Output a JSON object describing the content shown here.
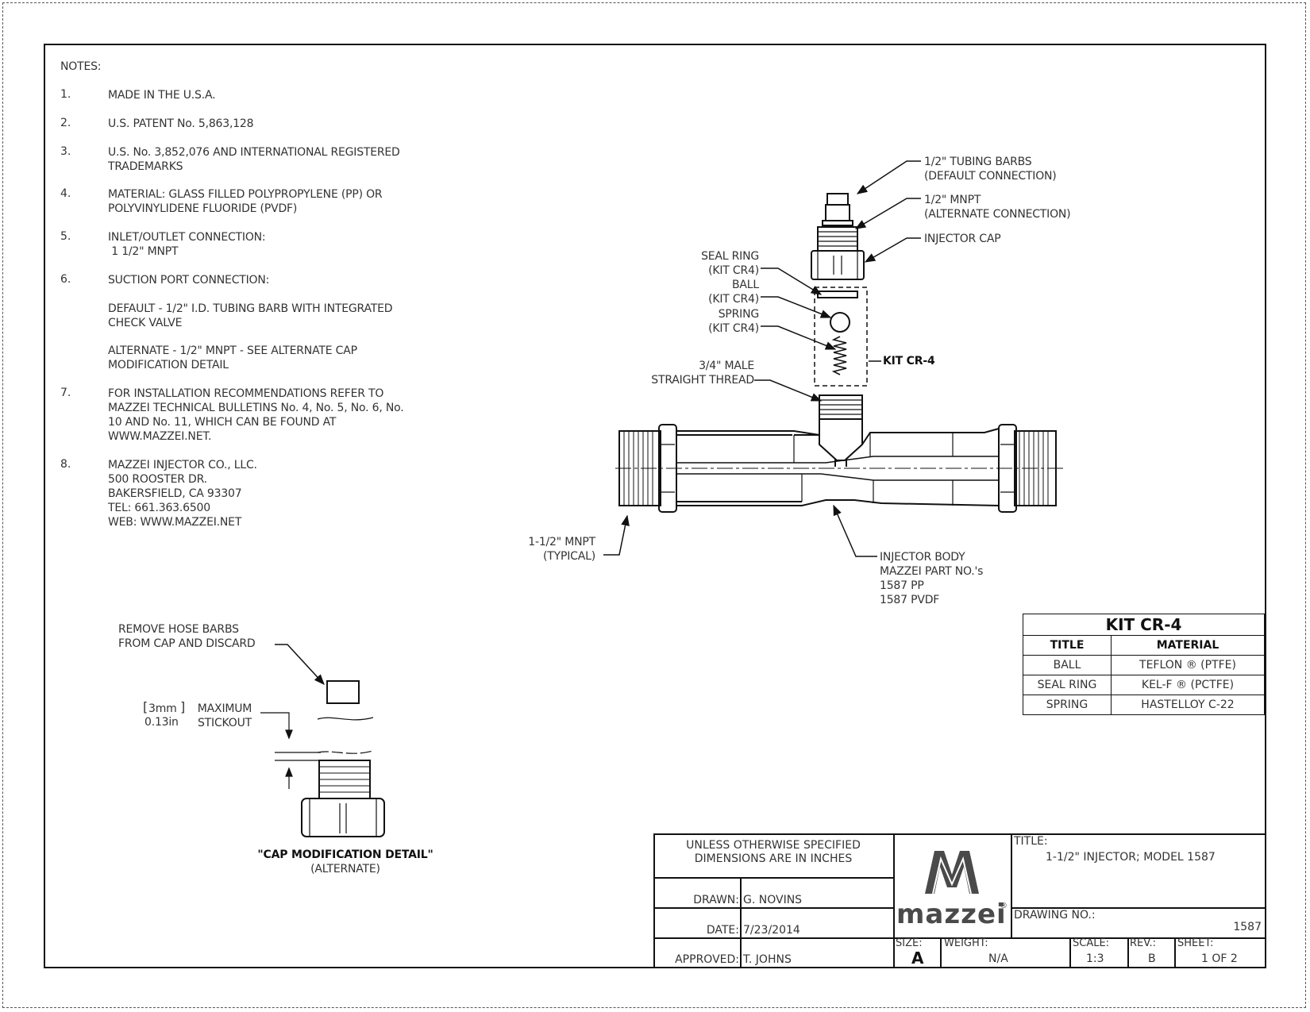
{
  "notes": {
    "heading": "NOTES:",
    "items": [
      {
        "num": "1.",
        "text": "MADE IN THE U.S.A."
      },
      {
        "num": "2.",
        "text": "U.S. PATENT No. 5,863,128"
      },
      {
        "num": "3.",
        "text": "U.S. No. 3,852,076 AND INTERNATIONAL REGISTERED\nTRADEMARKS"
      },
      {
        "num": "4.",
        "text": "MATERIAL: GLASS FILLED POLYPROPYLENE (PP) OR\nPOLYVINYLIDENE FLUORIDE (PVDF)"
      },
      {
        "num": "5.",
        "text": "INLET/OUTLET CONNECTION:\n 1 1/2\" MNPT"
      },
      {
        "num": "6.",
        "text": "SUCTION PORT CONNECTION:"
      },
      {
        "num": "",
        "text": "DEFAULT - 1/2\" I.D. TUBING BARB WITH INTEGRATED\nCHECK VALVE"
      },
      {
        "num": "",
        "text": "ALTERNATE - 1/2\" MNPT - SEE ALTERNATE CAP\nMODIFICATION DETAIL"
      },
      {
        "num": "7.",
        "text": "FOR INSTALLATION RECOMMENDATIONS REFER TO\nMAZZEI TECHNICAL BULLETINS No. 4, No. 5, No. 6, No.\n10 AND No. 11, WHICH CAN BE FOUND AT\nWWW.MAZZEI.NET."
      },
      {
        "num": "8.",
        "text": "MAZZEI INJECTOR CO., LLC.\n500 ROOSTER DR.\nBAKERSFIELD, CA 93307\nTEL: 661.363.6500\nWEB: WWW.MAZZEI.NET"
      }
    ]
  },
  "callouts": {
    "tubing_barbs": "1/2\" TUBING BARBS\n(DEFAULT CONNECTION)",
    "mnpt_half": "1/2\" MNPT\n(ALTERNATE CONNECTION)",
    "injector_cap": "INJECTOR CAP",
    "seal_ring": "SEAL RING\n(KIT CR4)",
    "ball": "BALL\n(KIT CR4)",
    "spring": "SPRING\n(KIT CR4)",
    "kit_cr4": "KIT CR-4",
    "male_thread": "3/4\" MALE\nSTRAIGHT THREAD",
    "mnpt_typical": "1-1/2\" MNPT\n(TYPICAL)",
    "injector_body": "INJECTOR BODY\nMAZZEI PART NO.'s\n1587 PP\n1587 PVDF"
  },
  "cap_detail": {
    "remove_barbs": "REMOVE HOSE BARBS\nFROM CAP AND DISCARD",
    "dim_mm": "3mm",
    "dim_in": "0.13in",
    "max_stickout": "MAXIMUM\nSTICKOUT",
    "title": "\"CAP MODIFICATION DETAIL\"",
    "subtitle": "(ALTERNATE)"
  },
  "kit_table": {
    "title": "KIT CR-4",
    "col_title": "TITLE",
    "col_material": "MATERIAL",
    "rows": [
      {
        "title": "BALL",
        "material": "TEFLON ® (PTFE)"
      },
      {
        "title": "SEAL RING",
        "material": "KEL-F ® (PCTFE)"
      },
      {
        "title": "SPRING",
        "material": "HASTELLOY C-22"
      }
    ]
  },
  "title_block": {
    "unless": "UNLESS OTHERWISE SPECIFIED\nDIMENSIONS ARE IN INCHES",
    "drawn_label": "DRAWN:",
    "drawn_value": "G. NOVINS",
    "date_label": "DATE:",
    "date_value": "7/23/2014",
    "approved_label": "APPROVED:",
    "approved_value": "T. JOHNS",
    "logo_text": "mazzei",
    "logo_reg": "®",
    "title_label": "TITLE:",
    "title_value": "1-1/2\" INJECTOR; MODEL 1587",
    "drawing_no_label": "DRAWING NO.:",
    "drawing_no_value": "1587",
    "size_label": "SIZE:",
    "size_value": "A",
    "weight_label": "WEIGHT:",
    "weight_value": "N/A",
    "scale_label": "SCALE:",
    "scale_value": "1:3",
    "rev_label": "REV.:",
    "rev_value": "B",
    "sheet_label": "SHEET:",
    "sheet_value": "1 OF 2"
  },
  "colors": {
    "line": "#111111",
    "text": "#333333",
    "logo": "#4a4a4a"
  }
}
